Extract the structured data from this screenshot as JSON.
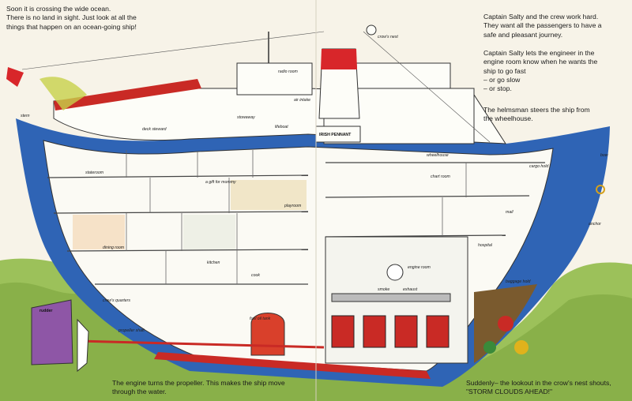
{
  "text": {
    "top_left": [
      "Soon it is crossing the wide ocean.",
      "There is no land in sight. Just look at all the",
      "things that happen on an ocean-going ship!"
    ],
    "top_right_1": [
      "Captain Salty and the crew work hard.",
      "They want all the passengers to have a",
      "safe and pleasant journey."
    ],
    "top_right_2": [
      "Captain Salty lets the engineer in the",
      "engine room know when he wants the",
      "ship to go fast",
      "– or go slow",
      "– or stop."
    ],
    "top_right_3": [
      "The helmsman steers the ship from",
      "the wheelhouse."
    ],
    "bottom_left": [
      "The engine turns the propeller. This makes the ship move",
      "through the water."
    ],
    "bottom_right": [
      "Suddenly– the lookout in the crow's nest shouts,",
      "\"STORM CLOUDS AHEAD!\""
    ]
  },
  "labels": {
    "crows_nest": "crow's nest",
    "radio_room": "radio room",
    "stowaway": "stowaway",
    "lifeboat": "lifeboat",
    "air_intake": "air intake",
    "stern": "stern",
    "deck_steward": "deck steward",
    "stateroom": "stateroom",
    "gift_for_mommy": "a gift for mommy",
    "playroom": "playroom",
    "dining_room": "dining room",
    "kitchen": "kitchen",
    "cook": "cook",
    "crews_quarters": "crew's quarters",
    "rudder": "rudder",
    "propeller_shaft": "propeller shaft",
    "fuel_oil_tank": "fuel oil tank",
    "wheelhouse": "wheelhouse",
    "chart_room": "chart room",
    "mail": "mail",
    "hospital": "hospital",
    "engine_room": "engine room",
    "baggage_hold": "baggage hold",
    "anchor": "anchor",
    "bow": "bow",
    "cargo_hold": "cargo hold",
    "smoke": "smoke",
    "exhaust": "exhaust",
    "ship_name": "IRISH PENNANT"
  },
  "colors": {
    "hull_blue": "#2f64b5",
    "hull_red": "#c92a25",
    "funnel_red": "#d8262a",
    "sea_green": "#8fb54a",
    "rudder_purple": "#8e56a6",
    "tank_red": "#d9402b"
  }
}
